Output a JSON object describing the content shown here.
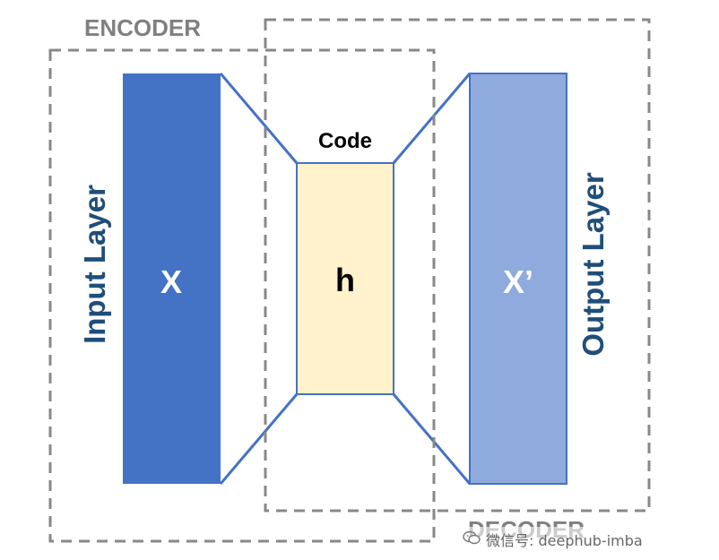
{
  "encoder": {
    "label": "ENCODER"
  },
  "decoder": {
    "label": "DECODER"
  },
  "input_layer": {
    "label": "Input Layer",
    "symbol": "X",
    "color": "#4472C4"
  },
  "code_layer": {
    "label": "Code",
    "symbol": "h",
    "color": "#FFF2CC"
  },
  "output_layer": {
    "label": "Output Layer",
    "symbol": "X’",
    "color": "#8FAADC"
  },
  "accent_text_color": "#1F4E79",
  "watermark": {
    "text": "微信号: deephub-imba",
    "icon": "wechat-icon"
  }
}
